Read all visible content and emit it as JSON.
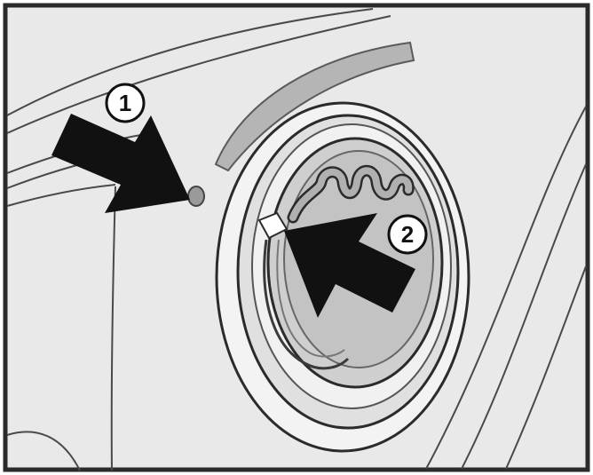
{
  "callouts": [
    {
      "id": "callout-1",
      "label": "1"
    },
    {
      "id": "callout-2",
      "label": "2"
    }
  ],
  "colors": {
    "background": "#e9e9e9",
    "outline": "#2b2b2b",
    "ring_light": "#ececec",
    "ring_inner": "#d6d6d6",
    "seal": "#bdbdbd",
    "arrow": "#111111"
  }
}
